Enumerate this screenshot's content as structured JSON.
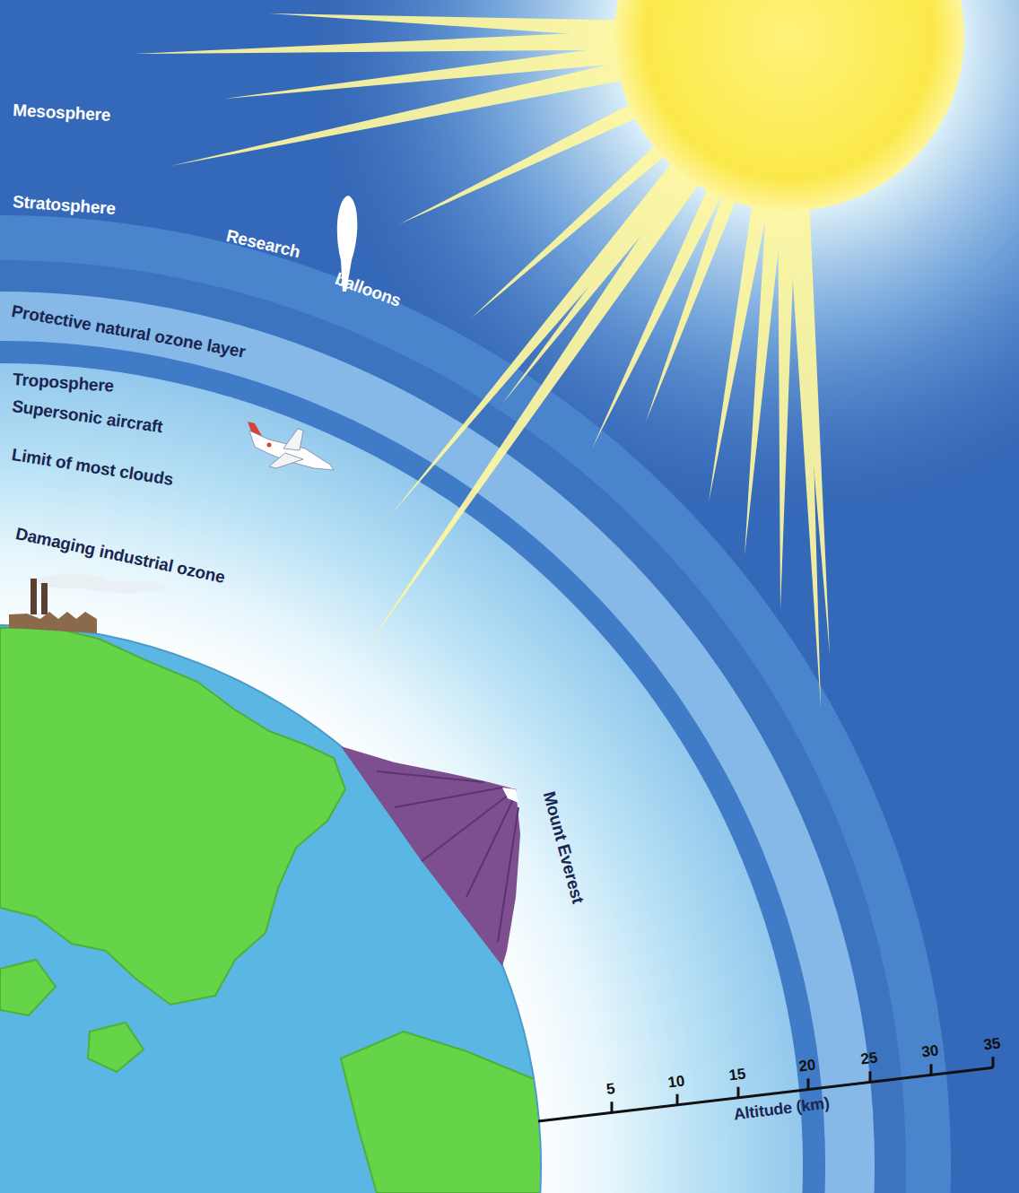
{
  "diagram": {
    "labels": [
      "Mesosphere",
      "Stratosphere",
      "Research",
      "balloons",
      "Protective natural ozone layer",
      "Troposphere",
      "Supersonic aircraft",
      "Limit of most clouds",
      "Damaging industrial ozone",
      "Mount Everest",
      "5",
      "10",
      "15",
      "20",
      "25",
      "30",
      "35",
      "Altitude (km)"
    ]
  }
}
